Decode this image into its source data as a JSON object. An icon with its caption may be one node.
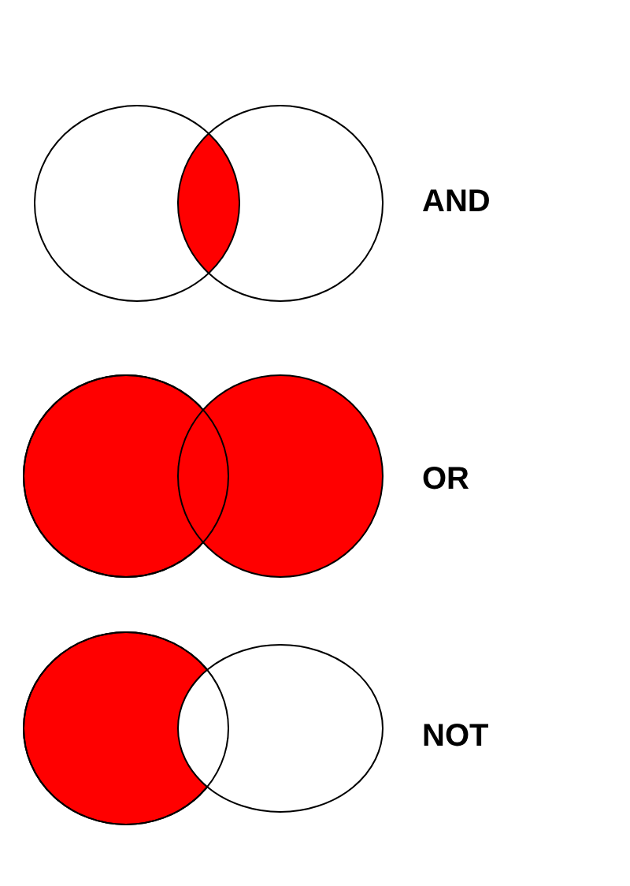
{
  "diagram": {
    "labels": [
      "AND",
      "OR",
      "NOT"
    ]
  }
}
